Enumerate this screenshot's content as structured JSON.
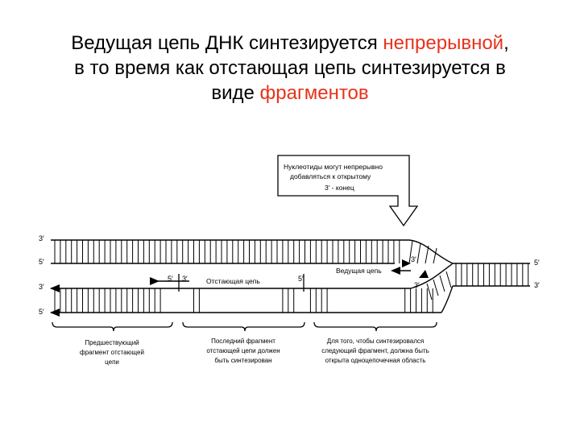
{
  "title": {
    "line1_a": "Ведущая цепь ДНК синтезируется ",
    "line1_red": "непрерывной",
    "line1_b": ",",
    "line2": "в то время как отстающая цепь синтезируется в",
    "line3_a": "виде ",
    "line3_red": "фрагментов"
  },
  "callout": {
    "line1": "Нуклеотиды могут непрерывно",
    "line2": "добавляться к открытому",
    "line3": "3′ - конец"
  },
  "strand_labels": {
    "leading": "Ведущая цепь",
    "lagging": "Отстающая цепь"
  },
  "ends": {
    "top_left": "3′",
    "leading_left": "5′",
    "lagging_left": "3′",
    "bottom_left": "5′",
    "leading_head": "3′",
    "lagging_5_a": "5′",
    "lagging_3": "3′",
    "lagging_5_b": "5′",
    "lower_fork_3": "3′",
    "right_top": "5′",
    "right_bottom": "3′"
  },
  "captions": {
    "left": [
      "Предшествующий",
      "фрагмент отстающей",
      "цепи"
    ],
    "middle": [
      "Последний фрагмент",
      "отстающей цепи должен",
      "быть синтезирован"
    ],
    "right": [
      "Для того, чтобы синтезировался",
      "следующий фрагмент, должна быть",
      "открыта одноцепочечная область"
    ]
  },
  "colors": {
    "accent": "#e8321c",
    "ink": "#000000"
  }
}
